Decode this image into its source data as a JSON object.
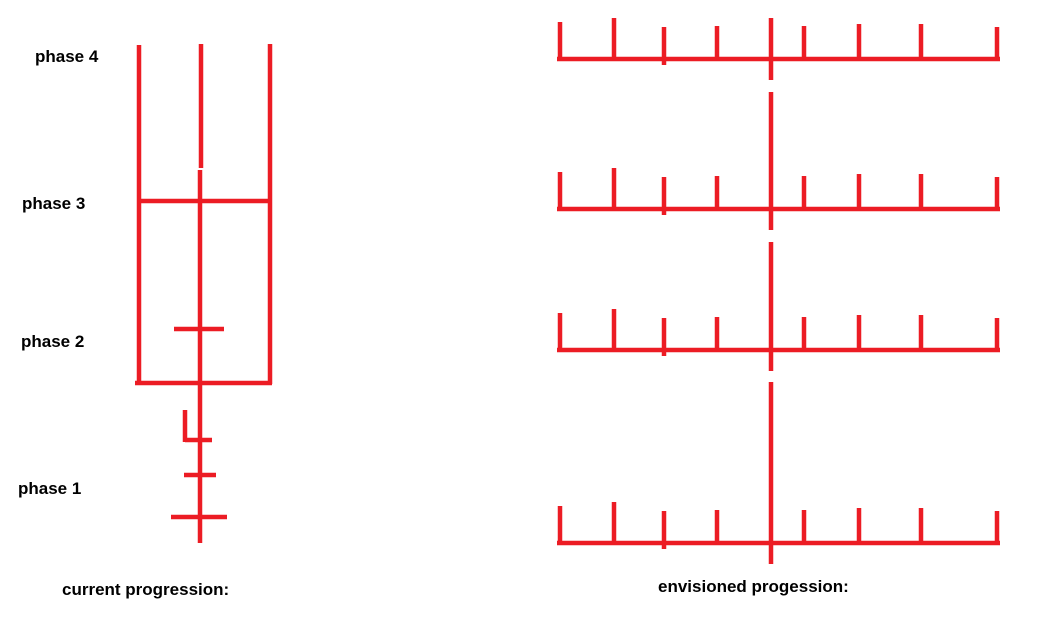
{
  "phases": {
    "phase4": "phase 4",
    "phase3": "phase 3",
    "phase2": "phase 2",
    "phase1": "phase 1"
  },
  "captions": {
    "current": "current progression:",
    "envisioned": "envisioned progession:"
  },
  "colors": {
    "stroke": "#ec1c24",
    "text": "#000000"
  }
}
